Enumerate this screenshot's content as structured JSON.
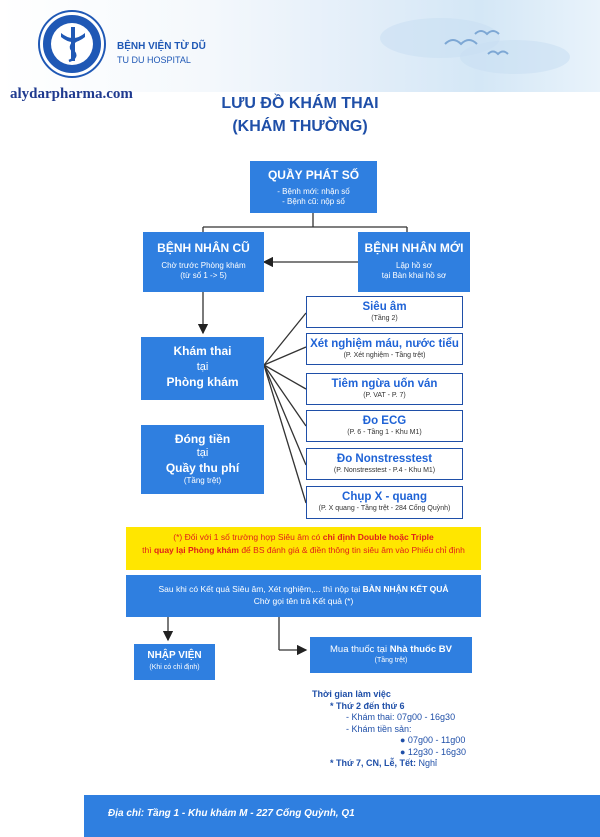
{
  "header": {
    "hospital_name_vi": "BỆNH VIỆN TỪ DŨ",
    "hospital_name_en": "TU DU HOSPITAL",
    "watermark": "alydarpharma.com"
  },
  "title": {
    "line1": "LƯU ĐỒ KHÁM THAI",
    "line2": "(KHÁM THƯỜNG)"
  },
  "nodes": {
    "quay_phat_so": {
      "title": "QUẦY PHÁT SỐ",
      "lines": [
        "- Bệnh mới: nhận số",
        "- Bệnh cũ: nộp số"
      ]
    },
    "benh_nhan_cu": {
      "title": "BỆNH NHÂN CŨ",
      "lines": [
        "Chờ trước Phòng khám",
        "(từ số 1 -> 5)"
      ]
    },
    "benh_nhan_moi": {
      "title": "BỆNH NHÂN MỚI",
      "lines": [
        "Lập hồ sơ",
        "tại Bàn khai hồ sơ"
      ]
    },
    "kham_thai": {
      "lines": [
        "Khám thai",
        "tại",
        "Phòng khám"
      ]
    },
    "dong_tien": {
      "lines": [
        "Đóng tiền",
        "tại",
        "Quầy thu phí"
      ],
      "sub": "(Tầng trệt)"
    },
    "services": [
      {
        "title": "Siêu âm",
        "sub": "(Tầng 2)"
      },
      {
        "title": "Xét nghiệm máu, nước tiểu",
        "sub": "(P. Xét nghiệm - Tầng trệt)"
      },
      {
        "title": "Tiêm ngừa uốn ván",
        "sub": "(P. VAT - P. 7)"
      },
      {
        "title": "Đo ECG",
        "sub": "(P. 6 - Tầng 1 - Khu M1)"
      },
      {
        "title": "Đo Nonstresstest",
        "sub": "(P. Nonstresstest - P.4 - Khu M1)"
      },
      {
        "title": "Chụp X - quang",
        "sub": "(P. X quang - Tầng trệt - 284 Cống Quỳnh)"
      }
    ],
    "ket_qua": {
      "l1_a": "Sau khi có Kết quả Siêu âm, Xét nghiệm,... thì nộp tại ",
      "l1_b": "BÀN NHẬN KẾT QUẢ",
      "l2": "Chờ gọi tên trả Kết quả (*)"
    },
    "nhap_vien": {
      "title": "NHẬP VIỆN",
      "sub": "(Khi có chỉ định)"
    },
    "mua_thuoc": {
      "title_a": "Mua thuốc tại ",
      "title_b": "Nhà thuốc BV",
      "sub": "(Tầng trệt)"
    }
  },
  "note": {
    "l1_a": "(*) Đối với 1 số trường hợp Siêu âm có ",
    "l1_b": "chỉ định Double hoặc Triple",
    "l2_a": "thì ",
    "l2_b": "quay lại Phòng khám",
    "l2_c": " để BS đánh giá & điền thông tin siêu âm vào Phiếu chỉ định"
  },
  "hours": {
    "title": "Thời gian làm việc",
    "weekdays": "* Thứ 2 đến thứ 6",
    "kham_thai": "- Khám thai: 07g00 - 16g30",
    "kham_tien_san": "- Khám tiền sản:",
    "slot1": "● 07g00 - 11g00",
    "slot2": "● 12g30 - 16g30",
    "weekend_a": "* Thứ 7, CN, Lễ, Tết:",
    "weekend_b": " Nghỉ"
  },
  "footer": {
    "address": "Địa chỉ: Tầng 1 - Khu khám M - 227 Cống Quỳnh, Q1"
  },
  "colors": {
    "box_blue": "#2f7fe0",
    "title_blue": "#1f4fa8",
    "note_yellow": "#ffe600",
    "note_red": "#e0201a"
  }
}
